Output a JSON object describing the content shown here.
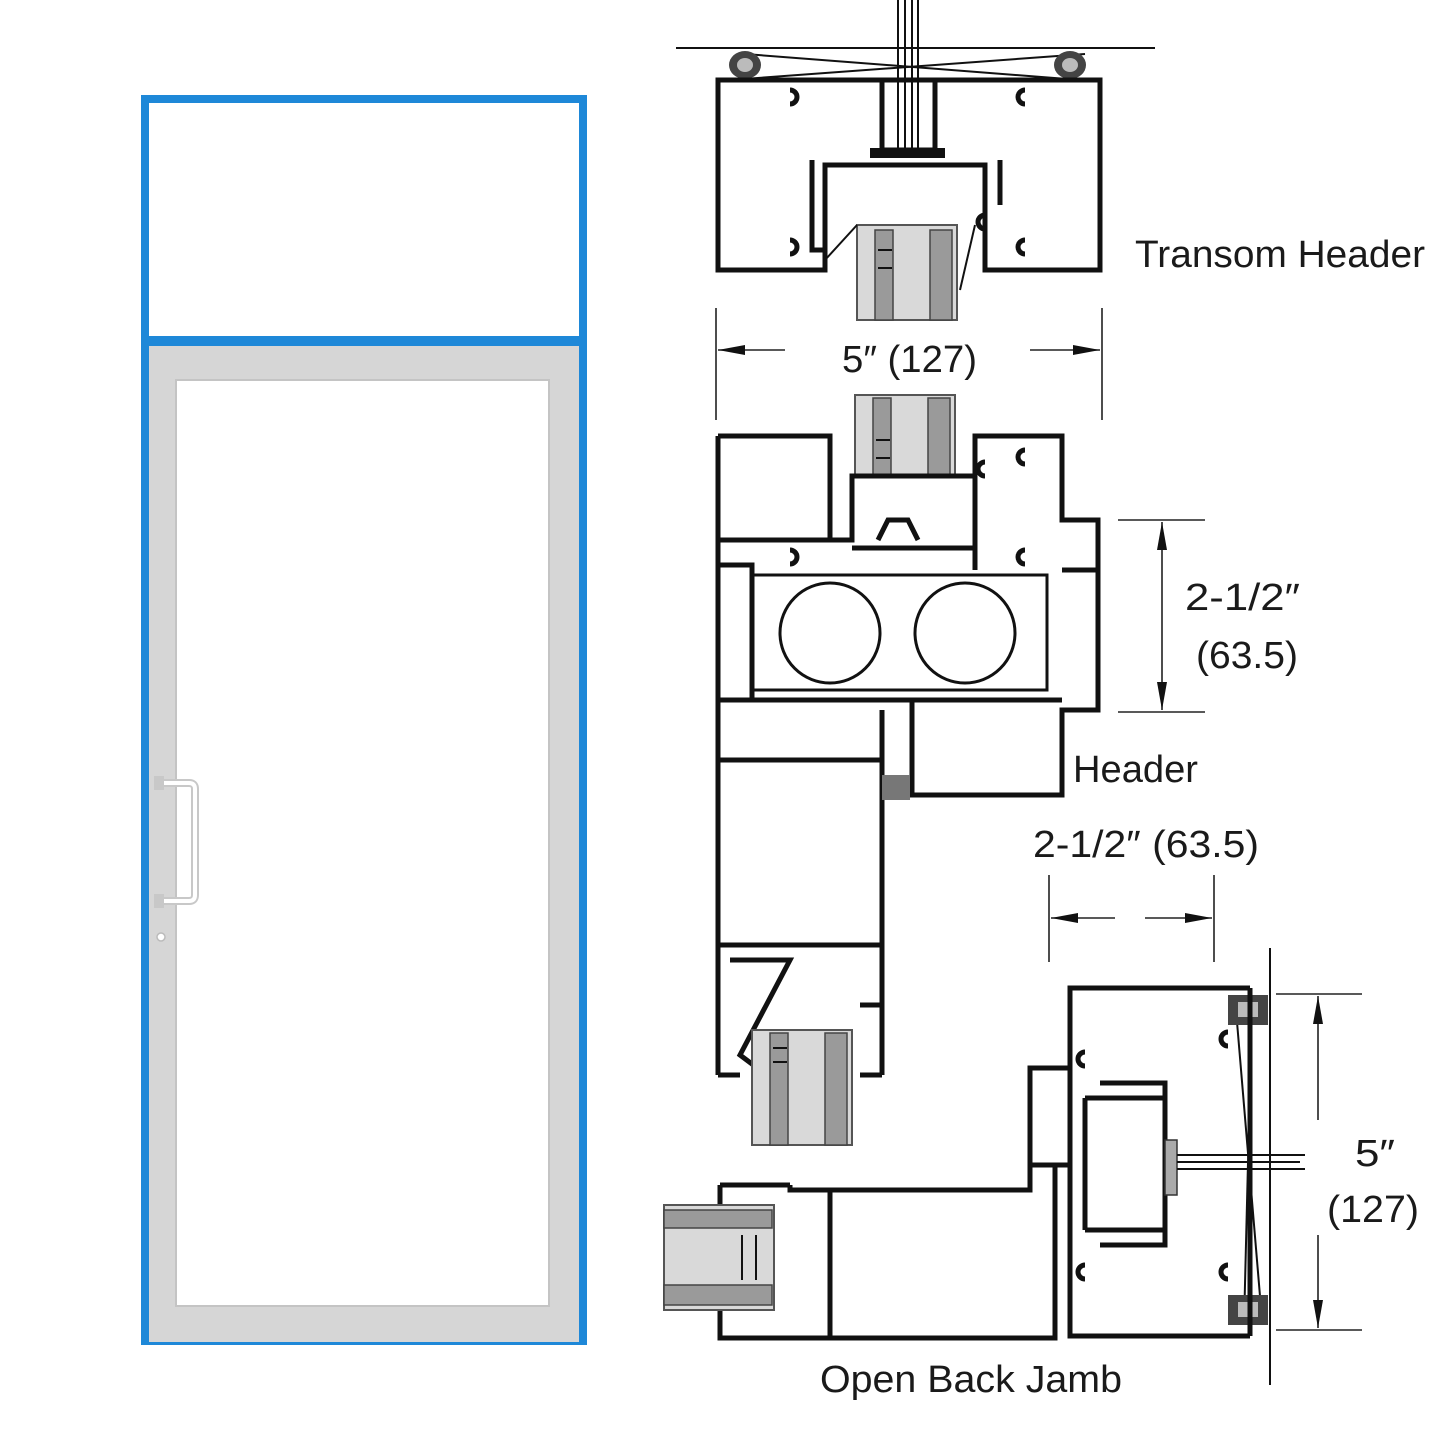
{
  "colors": {
    "frame_blue": "#1e88d8",
    "door_panel": "#d6d6d6",
    "glass": "#ffffff",
    "line": "#111111"
  },
  "labels": {
    "transom_header": "Transom Header",
    "transom_width": "5″ (127)",
    "header_height_in": "2-1/2″",
    "header_height_mm": "(63.5)",
    "header": "Header",
    "header_width": "2-1/2″ (63.5)",
    "jamb_depth_in": "5″",
    "jamb_depth_mm": "(127)",
    "open_back_jamb": "Open Back Jamb"
  }
}
